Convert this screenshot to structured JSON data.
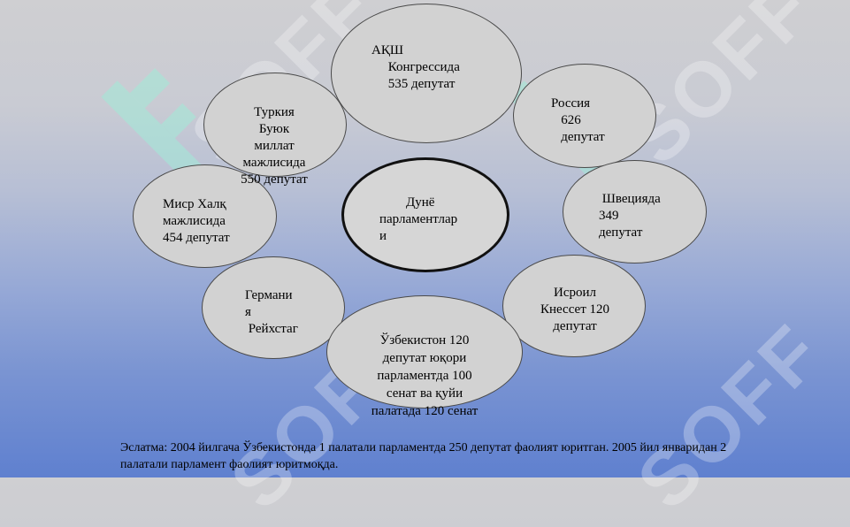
{
  "watermark": "SOFF",
  "center": {
    "text": "        Дунё\nпарламентлар\nи"
  },
  "nodes": {
    "usa": "АҚШ\n     Конгрессида\n     535 депутат",
    "russia": "Россия\n   626\n   депутат",
    "turkey": "Туркия\nБуюк\nмиллат\nмажлисида\n550 депутат",
    "sweden": " Швецияда\n349\nдепутат",
    "egypt": "Миср Халқ\nмажлисида\n454 депутат",
    "israel": "Исроил\nКнессет 120\nдепутат",
    "germany": "Германи\nя\n Рейхстаг",
    "uzbekistan": "Ўзбекистон 120\nдепутат юқори\nпарламентда 100\nсенат ва қуйи\nпалатада 120 сенат"
  },
  "footnote": "Эслатма: 2004 йилгача Ўзбекистонда 1 палатали парламентда 250 депутат фаолият юритган. 2005 йил январидан 2 палатали парламент фаолият юритмоқда."
}
